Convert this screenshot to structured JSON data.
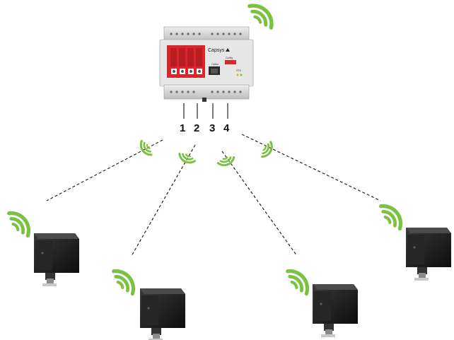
{
  "controller": {
    "brand": "Capsys",
    "config_label": "Config",
    "option_label": "Option",
    "status_label": "STS",
    "channel_labels": [
      "1",
      "2",
      "3",
      "4"
    ]
  },
  "colors": {
    "signal_green": "#7bc142",
    "relay_red": "#d9262c",
    "housing_gray": "#d8d8d8",
    "camera_black": "#1b1b1b"
  },
  "icons": [
    "wireless-signal-icon",
    "camera-sensor-icon",
    "controller-module-icon"
  ]
}
